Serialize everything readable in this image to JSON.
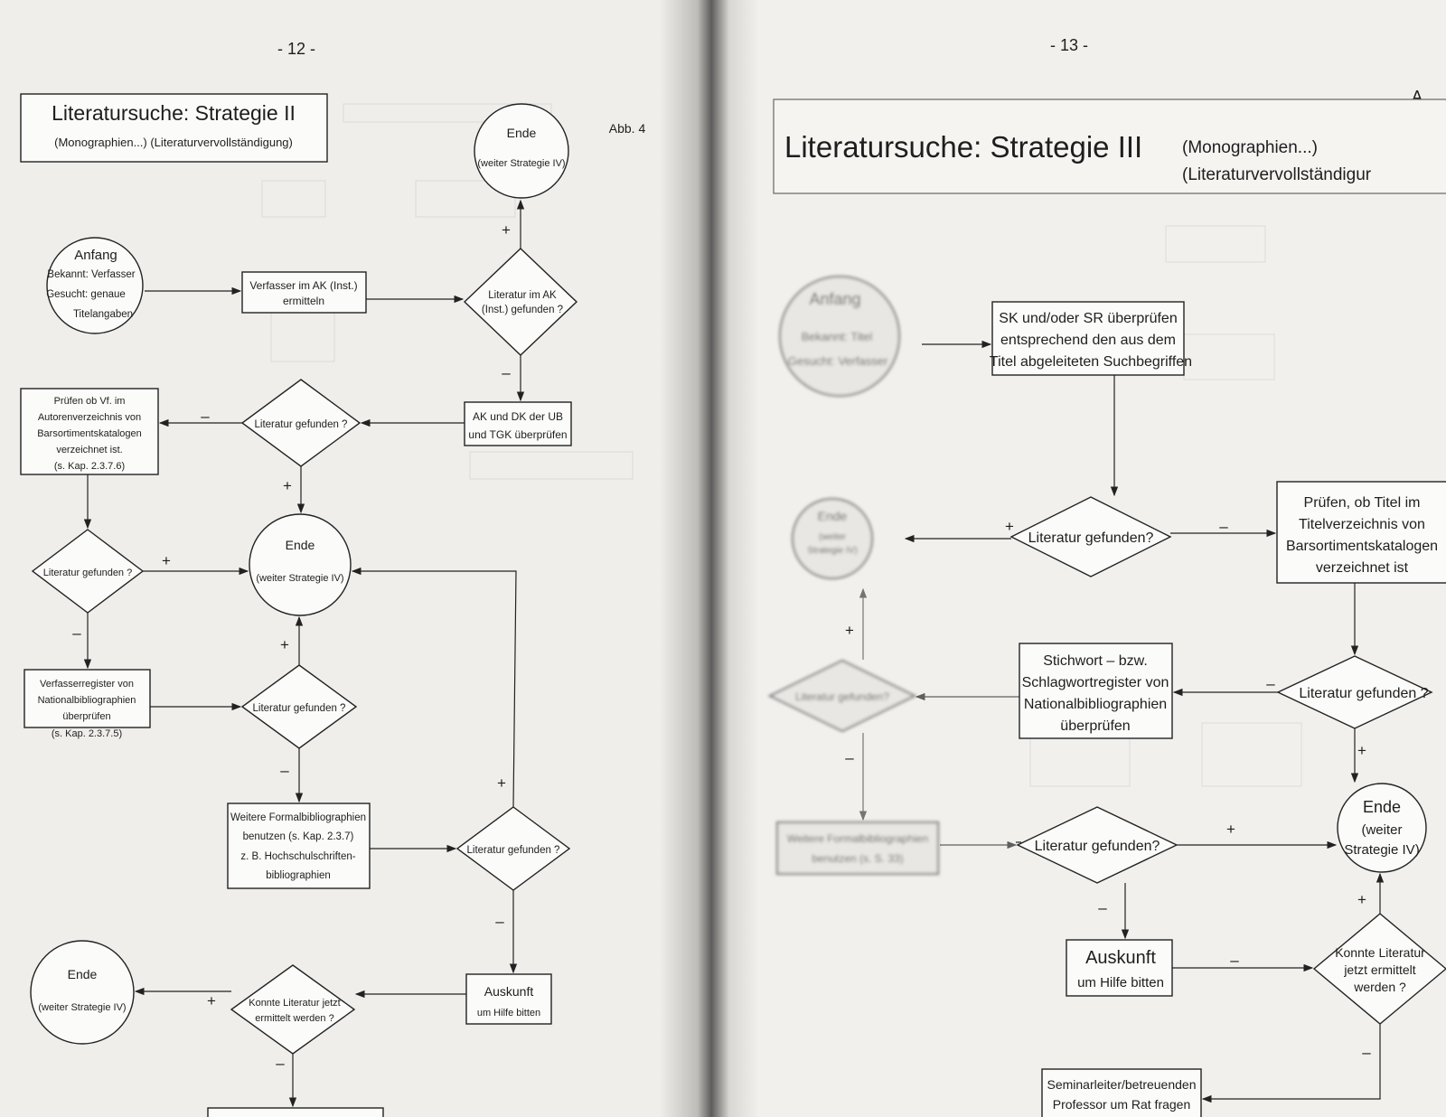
{
  "left_page": {
    "page_number": "- 12 -",
    "figure_label": "Abb. 4",
    "title": "Literatursuche: Strategie II",
    "subtitle": "(Monographien...)  (Literaturvervollständigung)",
    "start": {
      "label": "Anfang",
      "line1": "Bekannt: Verfasser",
      "line2": "Gesucht: genaue",
      "line3": "Titelangaben"
    },
    "end_label": "Ende",
    "end_note": "(weiter Strategie IV)",
    "step_verfasser": [
      "Verfasser im AK (Inst.)",
      "ermitteln"
    ],
    "q_ak": [
      "Literatur im AK",
      "(Inst.) gefunden ?"
    ],
    "step_ak_dk": [
      "AK und DK der UB",
      "und TGK überprüfen"
    ],
    "q_found": "Literatur gefunden ?",
    "step_pruefen": [
      "Prüfen ob Vf. im",
      "Autorenverzeichnis von",
      "Barsortimentskatalogen",
      "verzeichnet ist.",
      "(s. Kap. 2.3.7.6)"
    ],
    "step_nb": [
      "Verfasserregister von",
      "Nationalbibliographien",
      "überprüfen",
      "(s. Kap. 2.3.7.5)"
    ],
    "step_formal": [
      "Weitere Formalbibliographien",
      "benutzen  (s. Kap. 2.3.7)",
      "z. B. Hochschulschriften-",
      "bibliographien"
    ],
    "step_auskunft": [
      "Auskunft",
      "um Hilfe bitten"
    ],
    "q_konnte": [
      "Konnte Literatur jetzt",
      "ermittelt werden ?"
    ],
    "plus": "+",
    "minus": "–"
  },
  "right_page": {
    "page_number": "- 13 -",
    "figure_label": "A",
    "title": "Literatursuche: Strategie III",
    "subtitle1": "(Monographien...)",
    "subtitle2": "(Literaturvervollständigur",
    "start": {
      "label": "Anfang",
      "line1": "Bekannt: Titel",
      "line2": "Gesucht: Verfasser"
    },
    "end_label": "Ende",
    "end_small": [
      "(weiter",
      "Strategie IV)"
    ],
    "end_big": [
      "Ende",
      "(weiter",
      "Strategie IV)"
    ],
    "step_sk": [
      "SK und/oder SR überprüfen",
      "entsprechend den aus dem",
      "Titel abgeleiteten Suchbegriffen"
    ],
    "q_found": "Literatur gefunden?",
    "q_found2": "Literatur gefunden?",
    "q_found3": "Literatur gefunden ?",
    "q_found_blur": "Literatur gefunden?",
    "step_pruefen": [
      "Prüfen, ob Titel im",
      "Titelverzeichnis von",
      "Barsortimentskatalogen",
      "verzeichnet ist"
    ],
    "step_stichwort": [
      "Stichwort – bzw.",
      "Schlagwortregister von",
      "Nationalbibliographien",
      "überprüfen"
    ],
    "step_formal": [
      "Weitere Formalbibliographien",
      "benutzen  (s. S. 33)"
    ],
    "step_auskunft": [
      "Auskunft",
      "um Hilfe bitten"
    ],
    "q_konnte": [
      "Konnte Literatur",
      "jetzt ermittelt",
      "werden ?"
    ],
    "step_seminar": [
      "Seminarleiter/betreuenden",
      "Professor um Rat fragen"
    ],
    "plus": "+",
    "minus": "–"
  },
  "colors": {
    "paper": "#efeeeb",
    "ink": "#222222",
    "gutter": "#5d5c5a"
  }
}
